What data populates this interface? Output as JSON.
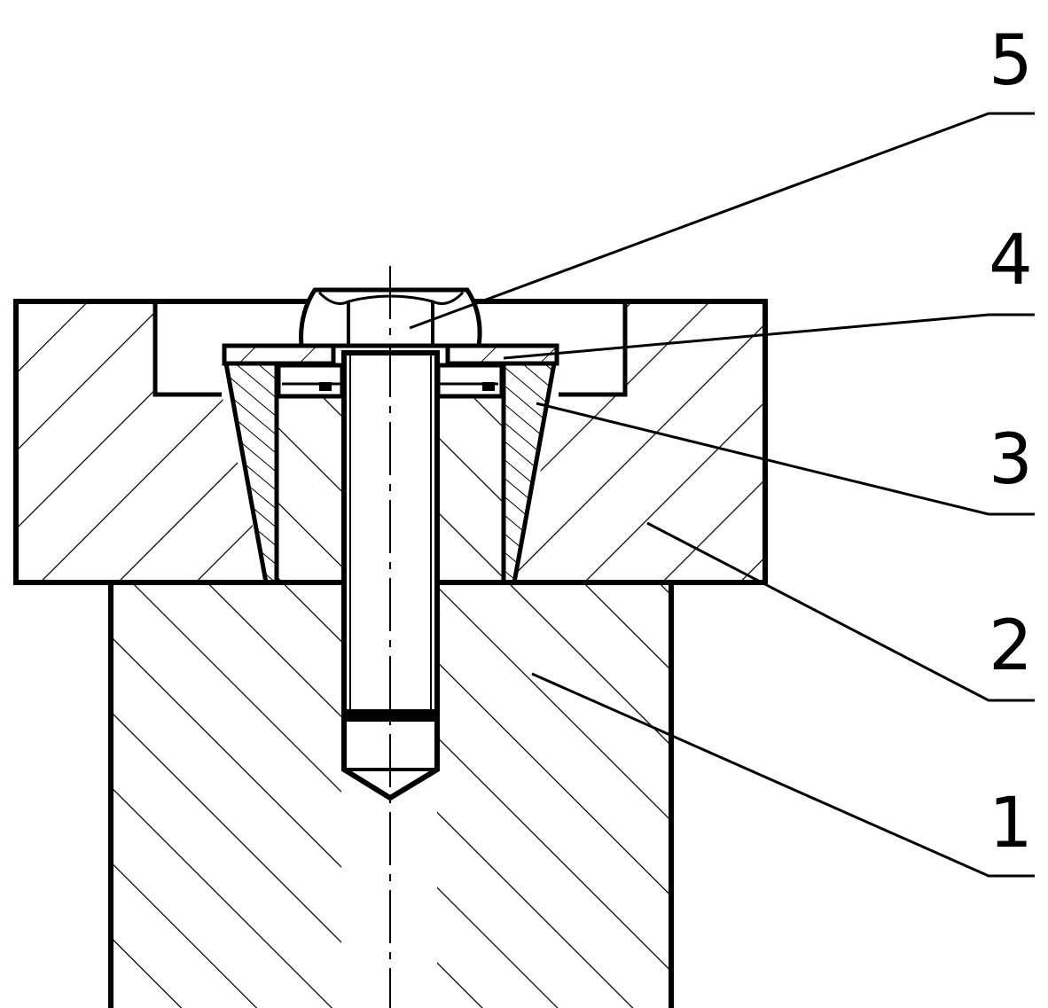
{
  "diagram": {
    "kind": "cross-section engineering drawing",
    "line_color": "#000000",
    "background_color": "#ffffff",
    "parts": [
      {
        "id": "part-1",
        "label": "1"
      },
      {
        "id": "part-2",
        "label": "2"
      },
      {
        "id": "part-3",
        "label": "3"
      },
      {
        "id": "part-4",
        "label": "4"
      },
      {
        "id": "part-5",
        "label": "5"
      }
    ]
  }
}
